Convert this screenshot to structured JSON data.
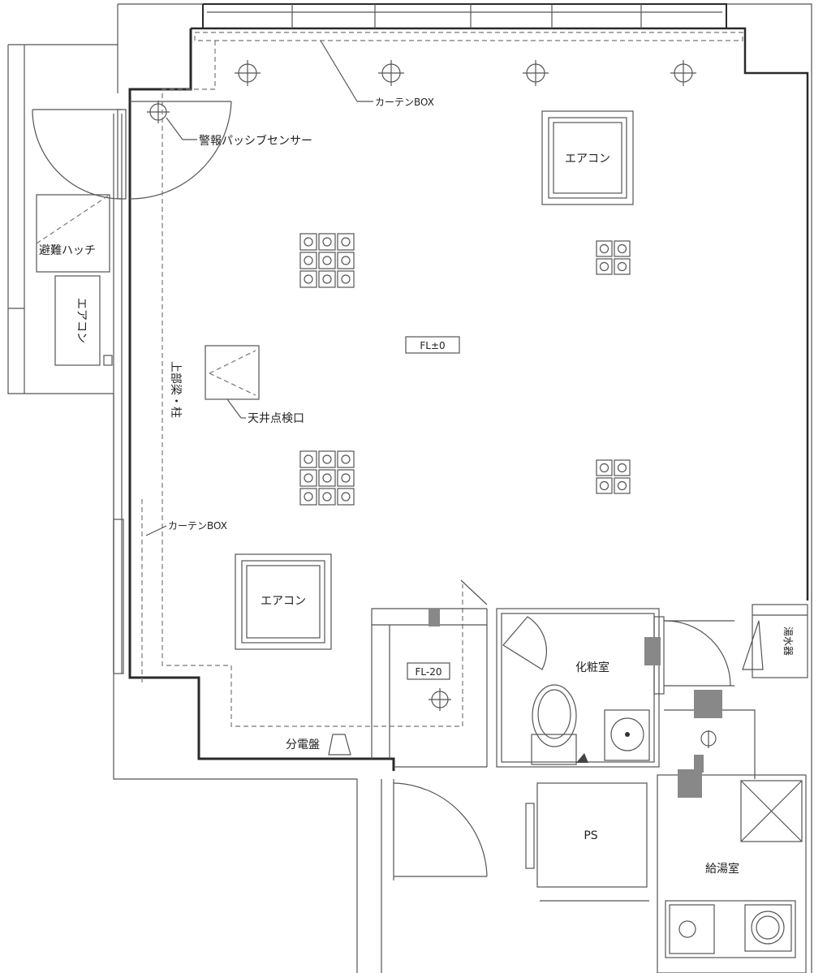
{
  "labels": {
    "curtain_box_top": "カーテンBOX",
    "security_sensor": "警報パッシブセンサー",
    "aircon_1": "エアコン",
    "aircon_2": "エアコン",
    "evac_hatch": "避難ハッチ",
    "aircon_outdoor": "エアコン",
    "fl_level": "FL±0",
    "ceiling_hatch": "天井点検口",
    "curtain_box_left": "カーテンBOX",
    "column_note": "上部梁・柱",
    "fl_minus20": "FL-20",
    "partition": "分電盤",
    "powder_room": "化粧室",
    "ps": "PS",
    "kitchen": "給湯室",
    "water_heater": "湯水器"
  },
  "colors": {
    "wall": "#2a2a2a",
    "hatch": "#888888",
    "background": "#ffffff"
  }
}
